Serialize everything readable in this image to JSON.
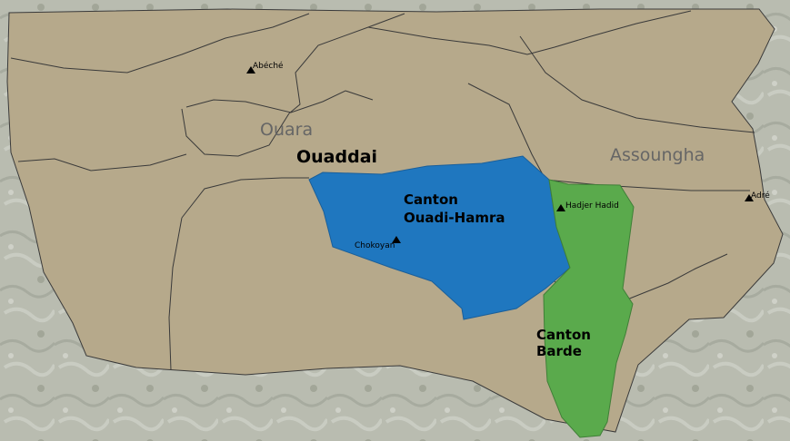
{
  "colors": {
    "region_fill": "#b6a98b",
    "border": "#3a3a3a",
    "canton_ouadi_hamra": "#1f77bf",
    "canton_barde": "#5aaa4c",
    "imagery_base": "#b9bcb0",
    "label_region": "#666666",
    "label_dark": "#000000"
  },
  "labels": {
    "region_ouara": "Ouara",
    "region_assoungha": "Assoungha",
    "department": "Ouaddai",
    "canton_ouadi_hamra_line1": "Canton",
    "canton_ouadi_hamra_line2": "Ouadi-Hamra",
    "canton_barde_line1": "Canton",
    "canton_barde_line2": "Barde"
  },
  "towns": [
    {
      "name": "Abéché"
    },
    {
      "name": "Chokoyan"
    },
    {
      "name": "Hadjer Hadid"
    },
    {
      "name": "Adré"
    }
  ],
  "icons": {
    "town_marker": "triangle-marker-icon"
  }
}
